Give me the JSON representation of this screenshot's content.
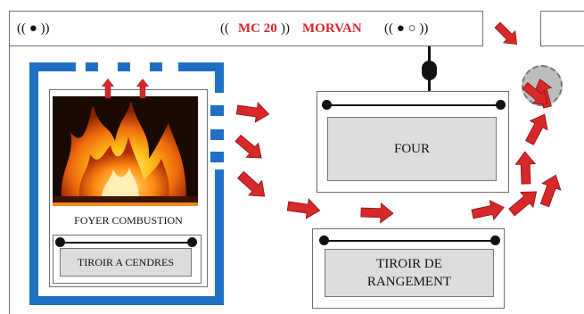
{
  "panel": {
    "left_indicator": "(( ● ))",
    "model_open": "((",
    "model_name": "MC 20",
    "model_close": "))",
    "brand": "MORVAN",
    "right_indicator": "(( ● ○ ))"
  },
  "firebox": {
    "label": "FOYER COMBUSTION",
    "ash_drawer_label": "TIROIR A CENDRES"
  },
  "oven": {
    "label": "FOUR"
  },
  "storage": {
    "label_line1": "TIROIR DE",
    "label_line2": "RANGEMENT"
  },
  "colors": {
    "frame_blue": "#1f6fc5",
    "arrow_red": "#d7282a",
    "brand_red": "#d7282a",
    "fan_gray": "#bdbdbd"
  },
  "icons": [
    "red-flow-arrow",
    "fan-circle-icon",
    "flame-image"
  ]
}
